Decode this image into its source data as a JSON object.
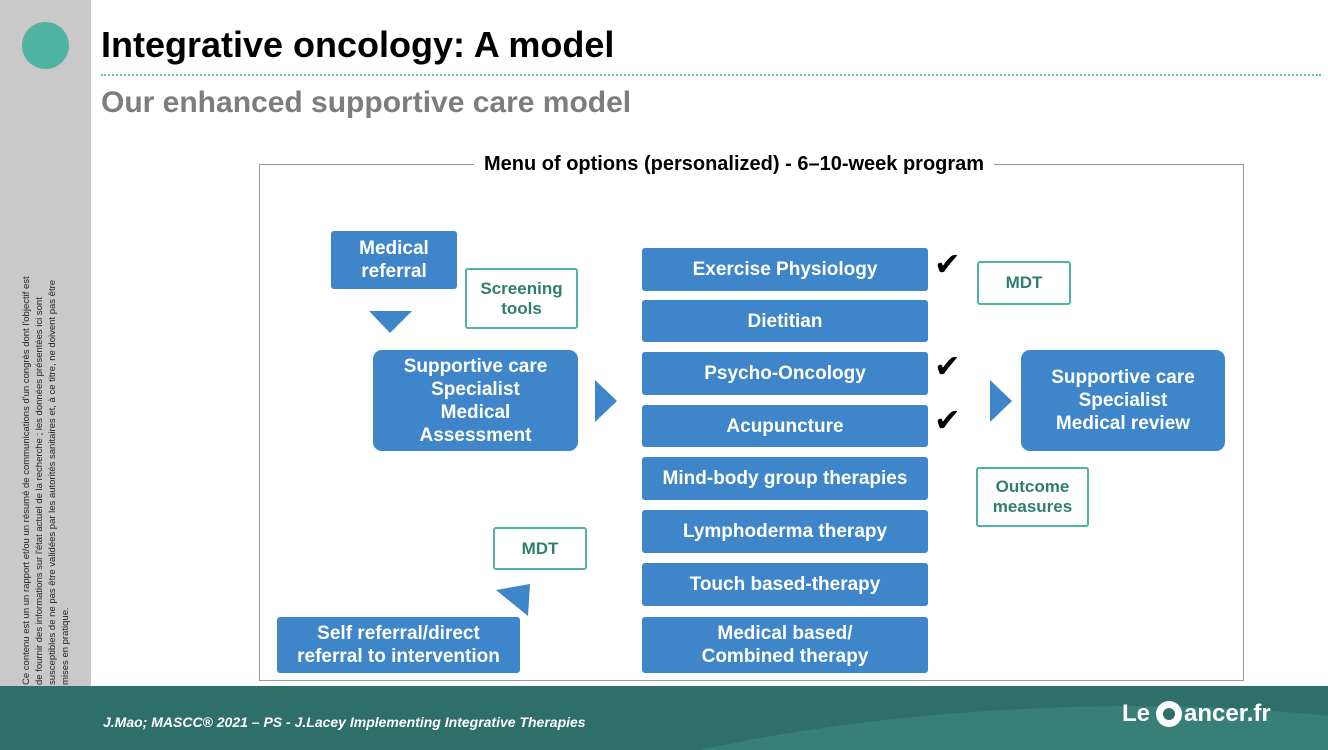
{
  "slide": {
    "title": "Integrative oncology: A model",
    "subtitle": "Our enhanced supportive care model",
    "disclaimer": "Ce contenu est un un rapport et/ou un résumé de communications d'un congrès dont l'objectif est de fournir des informations sur l'état actuel de la recherche ; les données présentées ici sont susceptibles de ne pas être validées par les autorités sanitaires et, à ce titre, ne doivent pas être mises en pratique."
  },
  "diagram": {
    "frame_title": "Menu of options (personalized) - 6–10-week program",
    "medical_referral": "Medical\nreferral",
    "screening_tools": "Screening\ntools",
    "assessment": "Supportive care\nSpecialist\nMedical\nAssessment",
    "mdt_left": "MDT",
    "self_referral": "Self referral/direct\nreferral to intervention",
    "options": [
      {
        "label": "Exercise Physiology",
        "checked": true
      },
      {
        "label": "Dietitian",
        "checked": false
      },
      {
        "label": "Psycho-Oncology",
        "checked": true
      },
      {
        "label": "Acupuncture",
        "checked": true
      },
      {
        "label": "Mind-body group therapies",
        "checked": false
      },
      {
        "label": "Lymphoderma therapy",
        "checked": false
      },
      {
        "label": "Touch based-therapy",
        "checked": false
      },
      {
        "label": "Medical based/\nCombined therapy",
        "checked": false
      }
    ],
    "check_glyph": "✔",
    "mdt_right": "MDT",
    "review": "Supportive care\nSpecialist\nMedical review",
    "outcome_measures": "Outcome\nmeasures"
  },
  "footer": {
    "citation": "J.Mao; MASCC® 2021 – PS - J.Lacey Implementing Integrative Therapies",
    "logo_prefix": "Le",
    "logo_suffix": "ancer.fr"
  },
  "colors": {
    "box_blue": "#3e86c9",
    "teal": "#4fb3a1",
    "footer_teal": "#2f6f6a",
    "sidebar_gray": "#c9c9c9"
  }
}
